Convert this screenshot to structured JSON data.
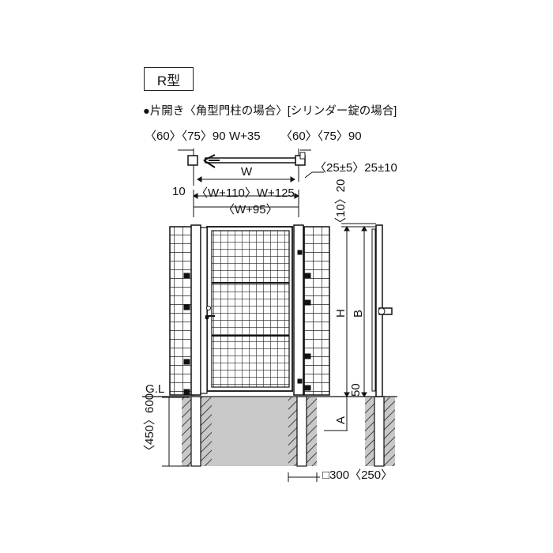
{
  "type_label": "R型",
  "caption": "●片開き〈角型門柱の場合〉[シリンダー錠の場合]",
  "dimensions": {
    "top_row_left": "〈60〉〈75〉90",
    "top_row_mid": "W+35",
    "top_row_right": "〈60〉〈75〉90",
    "width": "W",
    "hinge_gap": "〈25±5〉25±10",
    "offset": "10",
    "post_span": "〈W+110〉W+125",
    "inner_span": "〈W+95〉",
    "top_clearance": "〈10〉20",
    "height_h": "H",
    "height_b": "B",
    "ground_clearance": "50",
    "depth_a": "A",
    "embed_depth": "〈450〉600",
    "footing": "□300〈250〉"
  },
  "ground_label": "G.L",
  "colors": {
    "line": "#111111",
    "ground": "#c8c8c8",
    "ground_hatch": "#555555"
  }
}
